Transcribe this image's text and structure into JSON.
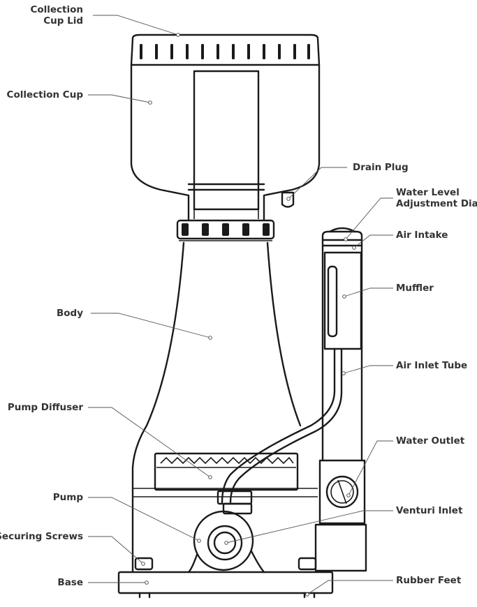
{
  "labels": {
    "collection_cup_lid_1": "Collection",
    "collection_cup_lid_2": "Cup Lid",
    "collection_cup": "Collection Cup",
    "body": "Body",
    "pump_diffuser": "Pump Diffuser",
    "pump": "Pump",
    "securing_screws": "Securing Screws",
    "base": "Base",
    "drain_plug": "Drain Plug",
    "water_level_dial_1": "Water Level",
    "water_level_dial_2": "Adjustment Dial",
    "air_intake": "Air Intake",
    "muffler": "Muffler",
    "air_inlet_tube": "Air Inlet Tube",
    "water_outlet": "Water Outlet",
    "venturi_inlet": "Venturi Inlet",
    "rubber_feet": "Rubber Feet"
  }
}
